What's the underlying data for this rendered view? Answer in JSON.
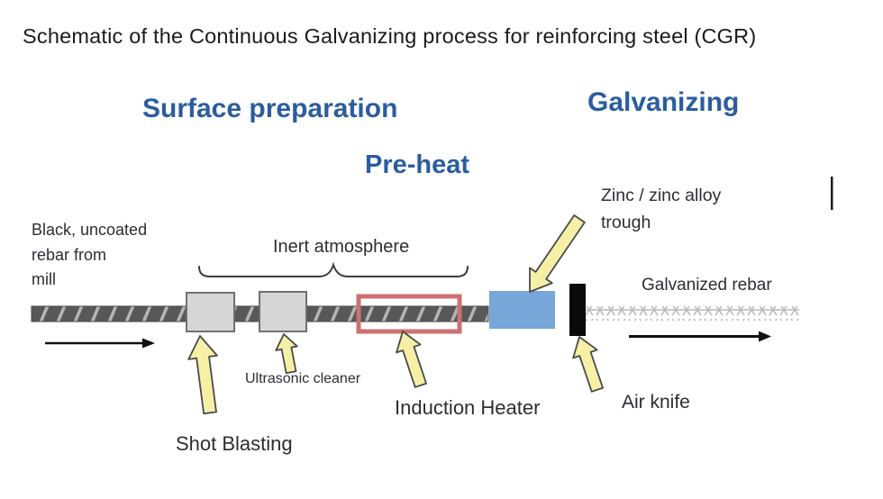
{
  "title": "Schematic of the Continuous Galvanizing process for reinforcing steel (CGR)",
  "sections": {
    "surface_preparation": "Surface preparation",
    "pre_heat": "Pre-heat",
    "galvanizing": "Galvanizing"
  },
  "labels": {
    "black_uncoated_rebar": "Black, uncoated\nrebar from\nmill",
    "inert_atmosphere": "Inert atmosphere",
    "zinc_trough": "Zinc / zinc alloy\ntrough",
    "galvanized_rebar": "Galvanized rebar",
    "ultrasonic_cleaner": "Ultrasonic cleaner",
    "induction_heater": "Induction Heater",
    "air_knife": "Air knife",
    "shot_blasting": "Shot Blasting"
  },
  "colors": {
    "heading_blue": "#2a5d9f",
    "zinc_trough_blue": "#77a6d8",
    "induction_heater_red": "#cf6f6f",
    "arrow_yellow": "#f5f0a6",
    "arrow_outline": "#4a4a4a",
    "equipment_gray_fill": "#d6d6d6",
    "equipment_gray_border": "#707070",
    "rebar_dark": "#585858",
    "rebar_stripe": "#b5b5b5",
    "galvanized_light": "#bdbdbd",
    "air_knife_black": "#0a0a0a",
    "flow_arrow_black": "#111111"
  }
}
